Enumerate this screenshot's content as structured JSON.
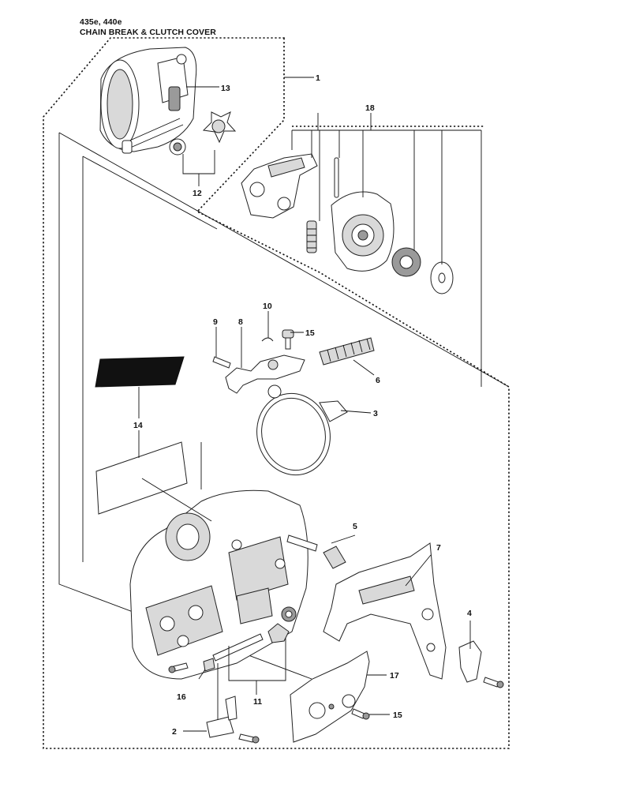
{
  "header": {
    "model": "435e, 440e",
    "section": "CHAIN BREAK & CLUTCH COVER"
  },
  "callouts": [
    {
      "id": "c1",
      "number": "1"
    },
    {
      "id": "c13",
      "number": "13"
    },
    {
      "id": "c18",
      "number": "18"
    },
    {
      "id": "c12",
      "number": "12"
    },
    {
      "id": "c10",
      "number": "10"
    },
    {
      "id": "c9",
      "number": "9"
    },
    {
      "id": "c8",
      "number": "8"
    },
    {
      "id": "c15a",
      "number": "15"
    },
    {
      "id": "c6",
      "number": "6"
    },
    {
      "id": "c3",
      "number": "3"
    },
    {
      "id": "c14",
      "number": "14"
    },
    {
      "id": "c5",
      "number": "5"
    },
    {
      "id": "c7",
      "number": "7"
    },
    {
      "id": "c4",
      "number": "4"
    },
    {
      "id": "c17",
      "number": "17"
    },
    {
      "id": "c16",
      "number": "16"
    },
    {
      "id": "c11",
      "number": "11"
    },
    {
      "id": "c2",
      "number": "2"
    },
    {
      "id": "c15b",
      "number": "15"
    }
  ]
}
